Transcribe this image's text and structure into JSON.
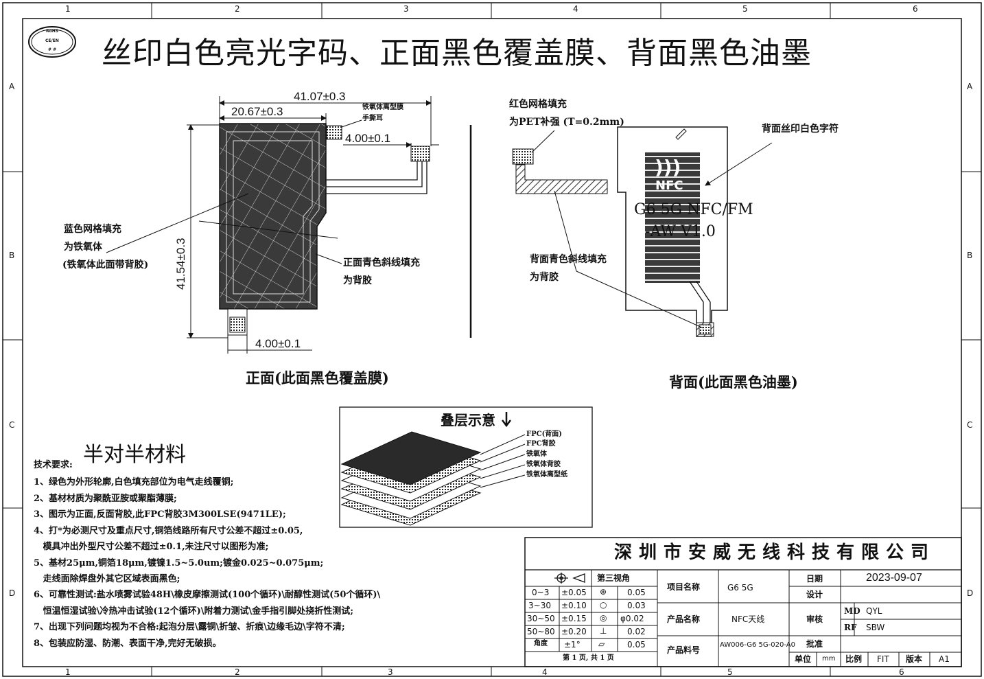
{
  "grid": {
    "cols": [
      "1",
      "2",
      "3",
      "4",
      "5",
      "6"
    ],
    "rows": [
      "A",
      "B",
      "C",
      "D"
    ]
  },
  "logo": {
    "lines": [
      "RoHS",
      "CE/EN",
      "# #"
    ]
  },
  "title": "丝印白色亮光字码、正面黑色覆盖膜、背面黑色油墨",
  "front": {
    "dim_width": "41.07±0.3",
    "dim_inner": "20.67±0.3",
    "dim_height": "41.54±0.3",
    "dim_tab_top": "4.00±0.1",
    "dim_tab_bottom": "4.00±0.1",
    "label_tear": [
      "铁氧体离型膜",
      "手撕耳"
    ],
    "label_ferrite": [
      "蓝色网格填充",
      "为铁氧体",
      "(铁氧体此面带背胶)"
    ],
    "label_adhesive": [
      "正面青色斜线填充",
      "为背胶"
    ],
    "caption": "正面(此面黑色覆盖膜)"
  },
  "back": {
    "label_stiffener": [
      "红色网格填充",
      "为PET补强 (T=0.2mm)"
    ],
    "label_silk": "背面丝印白色字符",
    "label_adhesive": [
      "背面青色斜线填充",
      "为背胶"
    ],
    "nfc_text": "NFC",
    "product_text": [
      "G6 5G NFC/FM",
      "-AW V1.0"
    ],
    "caption": "背面(此面黑色油墨)"
  },
  "stack": {
    "title": "叠层示意",
    "layers": [
      "FPC(背面)",
      "FPC背胶",
      "铁氧体",
      "铁氧体背胶",
      "铁氧体离型纸"
    ]
  },
  "material": "半对半材料",
  "requirements": {
    "heading": "技术要求:",
    "items": [
      "1、绿色为外形轮廓,白色填充部位为电气走线覆铜;",
      "2、基材材质为聚酰亚胺或聚酯薄膜;",
      "3、图示为正面,反面背胶,此FPC背胶3M300LSE(9471LE);",
      "4、打*为必测尺寸及重点尺寸,铜箔线路所有尺寸公差不超过±0.05,",
      "   模具冲出外型尺寸公差不超过±0.1,未注尺寸以图形为准;",
      "5、基材25μm,铜箔18μm,镀镍1.5~5.0um;镀金0.025~0.075μm;",
      "   走线面除焊盘外其它区域表面黑色;",
      "6、可靠性测试:盐水喷雾试验48H\\橡皮摩擦测试(100个循环)\\耐醇性测试(50个循环)\\",
      "   恒温恒湿试验\\冷热冲击试验(12个循环)\\附着力测试\\金手指引脚处挠折性测试;",
      "7、出现下列问题均视为不合格:起泡分层\\露铜\\折皱、折痕\\边缘毛边\\字符不清;",
      "8、包装应防湿、防潮、表面干净,完好无破损。"
    ]
  },
  "titleblock": {
    "company": "深圳市安威无线科技有限公司",
    "projection": "第三视角",
    "tolerances": [
      {
        "range": "0~3",
        "tol": "±0.05",
        "sym": "⊕",
        "val": "0.05"
      },
      {
        "range": "3~30",
        "tol": "±0.10",
        "sym": "○",
        "val": "0.03"
      },
      {
        "range": "30~50",
        "tol": "±0.15",
        "sym": "◎",
        "val": "φ0.02"
      },
      {
        "range": "50~80",
        "tol": "±0.20",
        "sym": "⊥",
        "val": "0.02"
      },
      {
        "range": "角度",
        "tol": "±1°",
        "sym": "▱",
        "val": "0.05"
      }
    ],
    "sheet": "第 1 页, 共 1 页",
    "project_label": "项目名称",
    "project_value": "G6 5G",
    "product_label": "产品名称",
    "product_value": "NFC天线",
    "part_label": "产品料号",
    "part_value": "AW006-G6 5G-020-A0",
    "date_label": "日期",
    "date_value": "2023-09-07",
    "design_label": "设计",
    "review_label": "审核",
    "md_label": "MD",
    "md_value": "QYL",
    "rf_label": "RF",
    "rf_value": "SBW",
    "approve_label": "批准",
    "unit_label": "单位",
    "unit_value": "mm",
    "scale_label": "比例",
    "scale_value": "FIT",
    "rev_label": "版本",
    "rev_value": "A1"
  }
}
